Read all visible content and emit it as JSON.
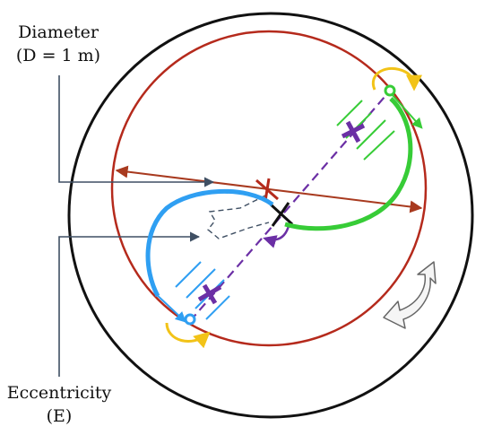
{
  "labels": {
    "diameter_title": "Diameter",
    "diameter_value": "(D = 1 m)",
    "eccentricity_title": "Eccentricity",
    "eccentricity_symbol": "(E)"
  },
  "colors": {
    "outer_circle": "#111111",
    "rotor_path": "#b52a1c",
    "diameter_arrow": "#a83a1f",
    "callout_line": "#3f4f63",
    "blade_left": "#2f9ff2",
    "blade_right": "#37cc37",
    "pitch_arrow": "#f2c318",
    "axis_dashed": "#6b2fa5",
    "rotation_arrow": "#f5f5f5"
  }
}
